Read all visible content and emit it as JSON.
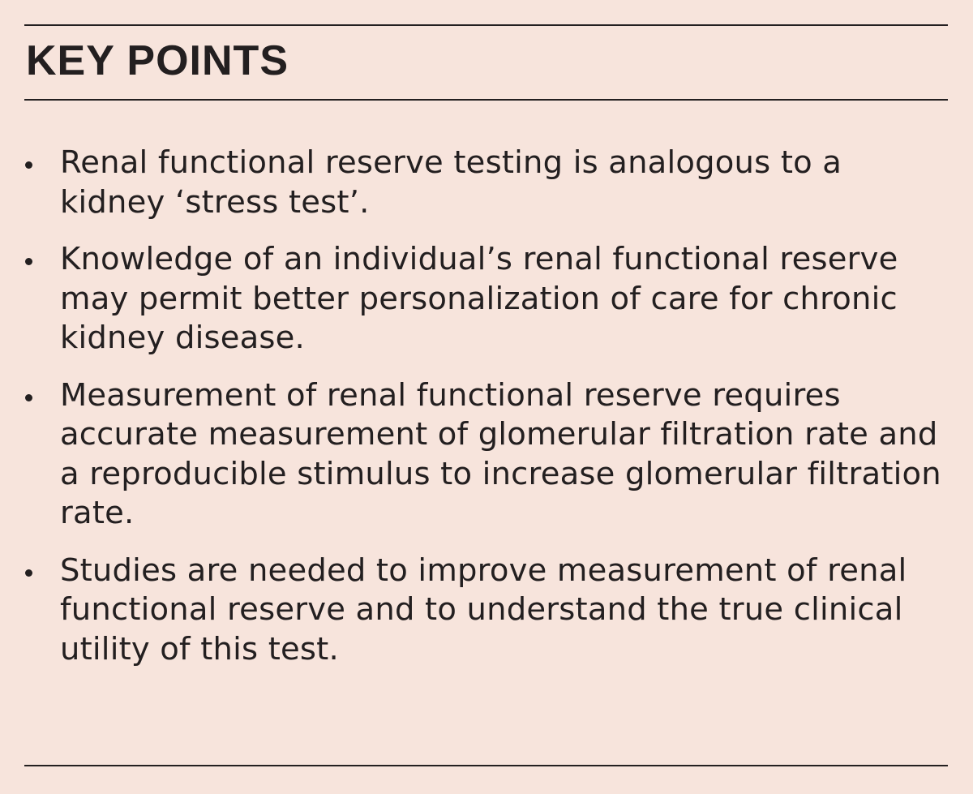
{
  "box": {
    "heading": "KEY POINTS",
    "points": [
      "Renal functional reserve testing is analogous to a kidney ‘stress test’.",
      "Knowledge of an individual’s renal functional reserve may permit better personalization of care for chronic kidney disease.",
      "Measurement of renal functional reserve requires accurate measurement of glomerular filtration rate and a reproducible stimulus to increase glomerular filtration rate.",
      "Studies are needed to improve measurement of renal functional reserve and to understand the true clinical utility of this test."
    ]
  },
  "colors": {
    "background": "#f7e4dc",
    "text": "#231f20"
  }
}
